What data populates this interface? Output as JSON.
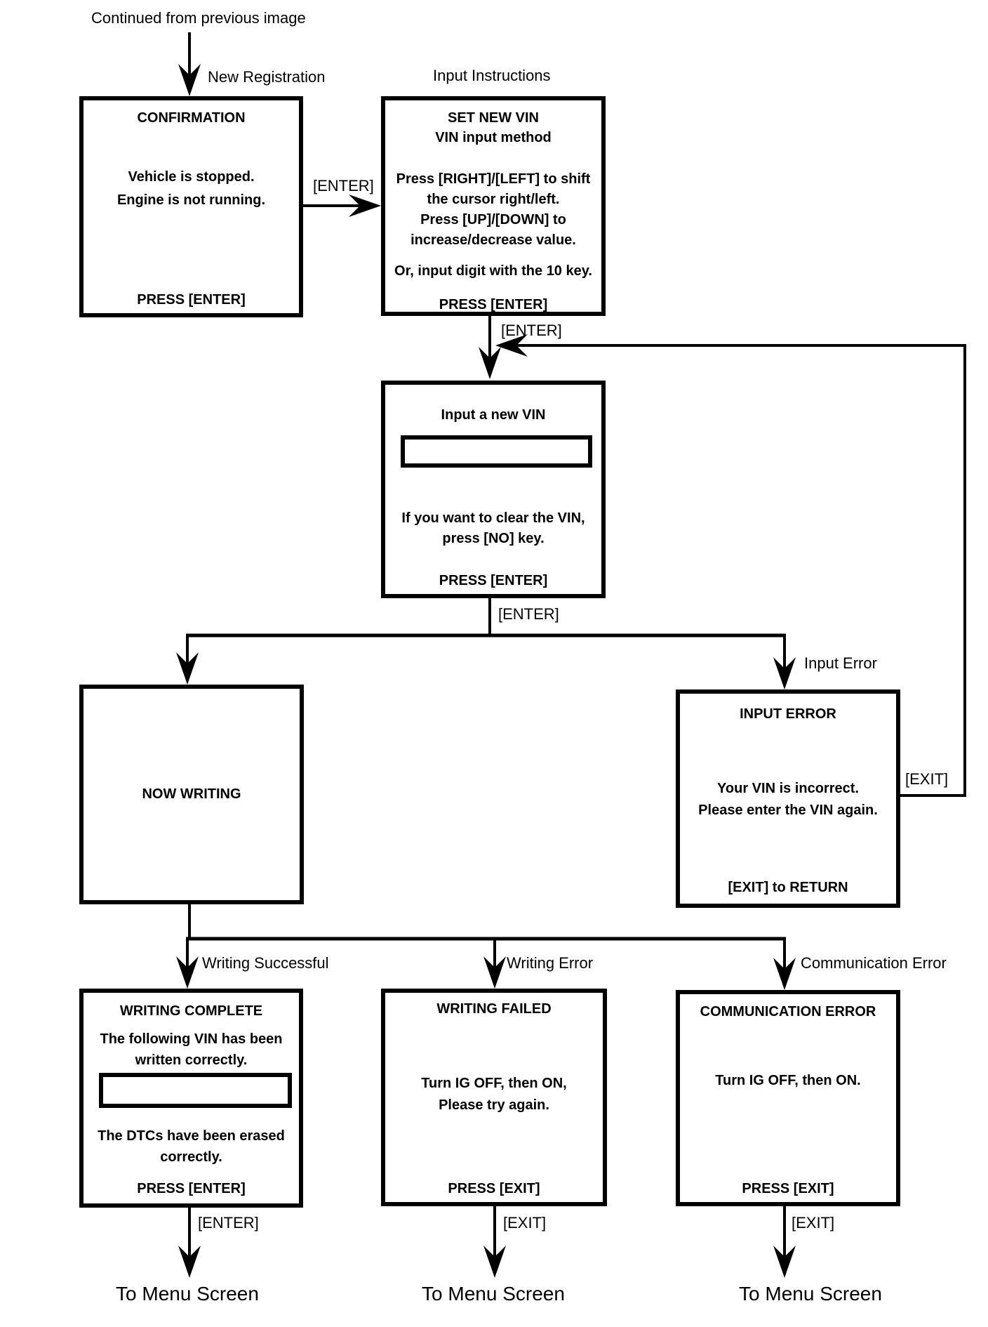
{
  "labels": {
    "continued_from_previous": "Continued from previous image",
    "to_menu_screen": "To Menu Screen"
  },
  "branch_labels": {
    "new_registration": "New Registration",
    "input_instructions": "Input Instructions",
    "input_error": "Input Error",
    "writing_successful": "Writing Successful",
    "writing_error": "Writing Error",
    "communication_error": "Communication Error"
  },
  "edge_labels": {
    "confirm_to_instructions": "[ENTER]",
    "instructions_to_input": "[ENTER]",
    "input_to_branch": "[ENTER]",
    "error_return": "[EXIT]",
    "complete_to_menu": "[ENTER]",
    "failed_to_menu": "[EXIT]",
    "comm_to_menu": "[EXIT]"
  },
  "nodes": {
    "confirmation": {
      "title": "CONFIRMATION",
      "body": [
        "Vehicle is stopped.",
        "Engine is not running."
      ],
      "footer": "PRESS [ENTER]"
    },
    "set_new_vin": {
      "title": [
        "SET NEW VIN",
        "VIN input method"
      ],
      "body": [
        "Press [RIGHT]/[LEFT] to shift",
        "the cursor right/left.",
        "Press [UP]/[DOWN] to",
        "increase/decrease value."
      ],
      "note": "Or, input digit with the 10 key.",
      "footer": "PRESS [ENTER]"
    },
    "input_new_vin": {
      "title": "Input a new VIN",
      "input_value": "",
      "body": [
        "If you want to clear the VIN,",
        "press [NO] key."
      ],
      "footer": "PRESS [ENTER]"
    },
    "now_writing": {
      "title": "NOW WRITING"
    },
    "input_error": {
      "title": "INPUT ERROR",
      "body": [
        "Your VIN is incorrect.",
        "Please enter the VIN again."
      ],
      "footer": "[EXIT] to RETURN"
    },
    "writing_complete": {
      "title": "WRITING COMPLETE",
      "body_top": [
        "The following VIN has been",
        "written correctly."
      ],
      "vin_value": "",
      "body_bottom": [
        "The DTCs have been erased",
        "correctly."
      ],
      "footer": "PRESS [ENTER]"
    },
    "writing_failed": {
      "title": "WRITING FAILED",
      "body": [
        "Turn IG OFF, then ON,",
        "Please try again."
      ],
      "footer": "PRESS [EXIT]"
    },
    "communication_error": {
      "title": "COMMUNICATION ERROR",
      "body": [
        "Turn IG OFF, then ON."
      ],
      "footer": "PRESS [EXIT]"
    }
  },
  "colors": {
    "line": "#000000",
    "background": "#ffffff"
  }
}
